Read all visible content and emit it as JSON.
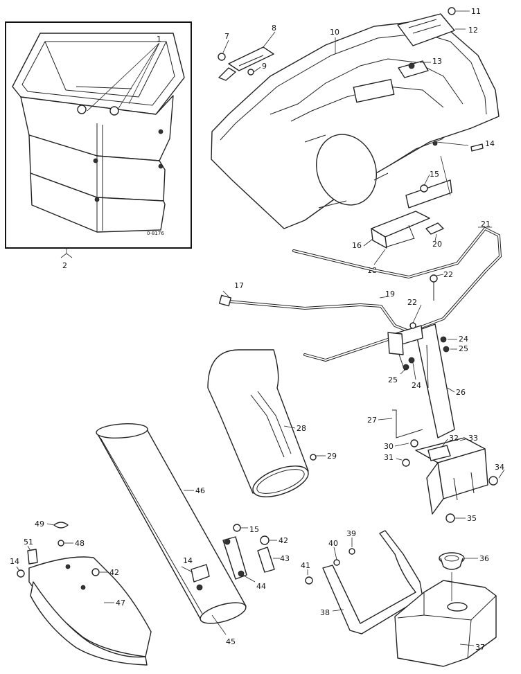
{
  "figure": {
    "drawing_code": "0-8176",
    "callouts": [
      "1",
      "2",
      "7",
      "8",
      "9",
      "10",
      "11",
      "12",
      "13",
      "14",
      "15",
      "16",
      "17",
      "18",
      "19",
      "20",
      "21",
      "22",
      "24",
      "25",
      "26",
      "27",
      "28",
      "29",
      "30",
      "31",
      "32",
      "33",
      "34",
      "35",
      "36",
      "37",
      "38",
      "39",
      "40",
      "41",
      "42",
      "43",
      "44",
      "45",
      "46",
      "47",
      "48",
      "49",
      "51"
    ]
  }
}
